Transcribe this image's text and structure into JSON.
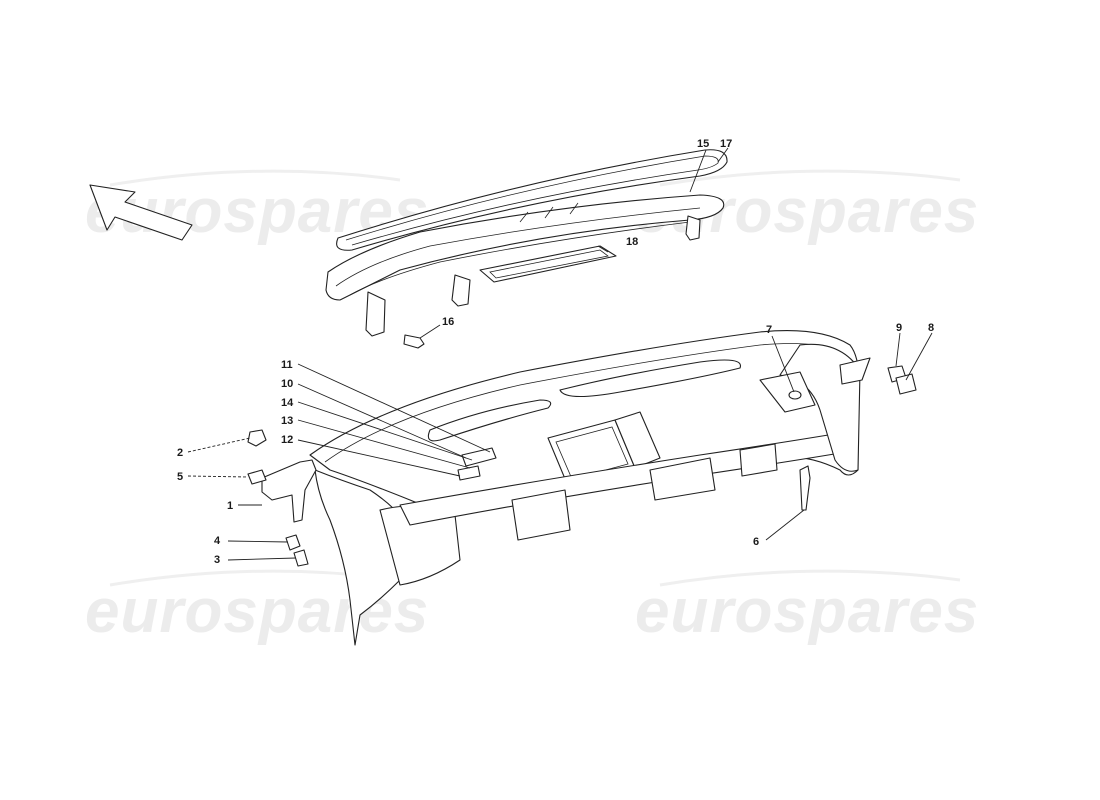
{
  "watermark": {
    "text": "eurospares"
  },
  "callouts": [
    {
      "id": "1",
      "label": "1"
    },
    {
      "id": "2",
      "label": "2"
    },
    {
      "id": "3",
      "label": "3"
    },
    {
      "id": "4",
      "label": "4"
    },
    {
      "id": "5",
      "label": "5"
    },
    {
      "id": "6",
      "label": "6"
    },
    {
      "id": "7",
      "label": "7"
    },
    {
      "id": "8",
      "label": "8"
    },
    {
      "id": "9",
      "label": "9"
    },
    {
      "id": "10",
      "label": "10"
    },
    {
      "id": "11",
      "label": "11"
    },
    {
      "id": "12",
      "label": "12"
    },
    {
      "id": "13",
      "label": "13"
    },
    {
      "id": "14",
      "label": "14"
    },
    {
      "id": "15",
      "label": "15"
    },
    {
      "id": "16",
      "label": "16"
    },
    {
      "id": "17",
      "label": "17"
    },
    {
      "id": "18",
      "label": "18"
    }
  ],
  "colors": {
    "line": "#222222",
    "watermark": "#ececec",
    "background": "#ffffff"
  },
  "icons": {
    "direction_arrow": "front-direction-arrow-icon"
  }
}
